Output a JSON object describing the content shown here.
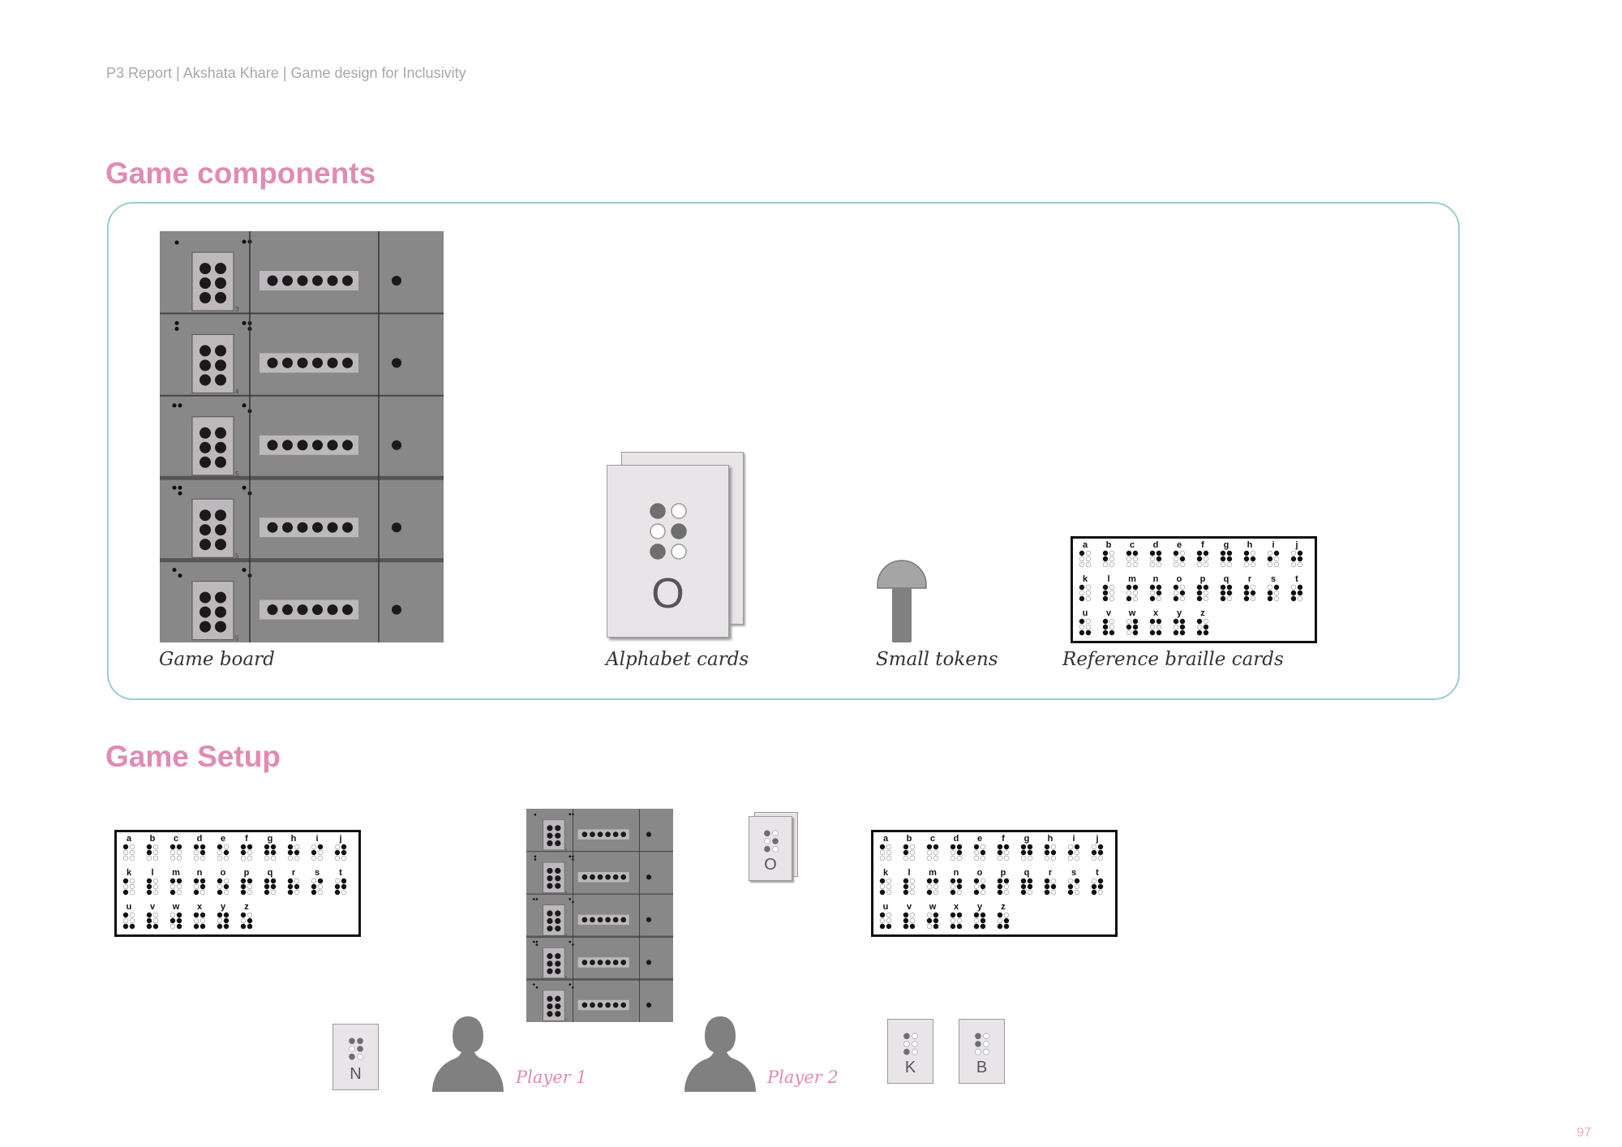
{
  "header": "P3 Report | Akshata Khare | Game design for Inclusivity",
  "sections": {
    "components": {
      "title": "Game components",
      "labels": {
        "board": "Game board",
        "alphabet": "Alphabet cards",
        "tokens": "Small tokens",
        "reference": "Reference braille cards"
      }
    },
    "setup": {
      "title": "Game Setup",
      "player1": "Player 1",
      "player2": "Player 2"
    }
  },
  "board": {
    "row_numbers": [
      "3",
      "4",
      "5",
      "5",
      "5"
    ]
  },
  "alphabet_card": {
    "letter": "O"
  },
  "setup_cards": {
    "small_alphabet": "O",
    "player1_card": "N",
    "player2_cards": [
      "K",
      "B"
    ]
  },
  "reference_letters": [
    "a",
    "b",
    "c",
    "d",
    "e",
    "f",
    "g",
    "h",
    "i",
    "j",
    "k",
    "l",
    "m",
    "n",
    "o",
    "p",
    "q",
    "r",
    "s",
    "t",
    "u",
    "v",
    "w",
    "x",
    "y",
    "z"
  ],
  "page_number": "97",
  "colors": {
    "accent": "#e08bb4",
    "panel_border": "#9ccbd6",
    "board": "#888888"
  }
}
